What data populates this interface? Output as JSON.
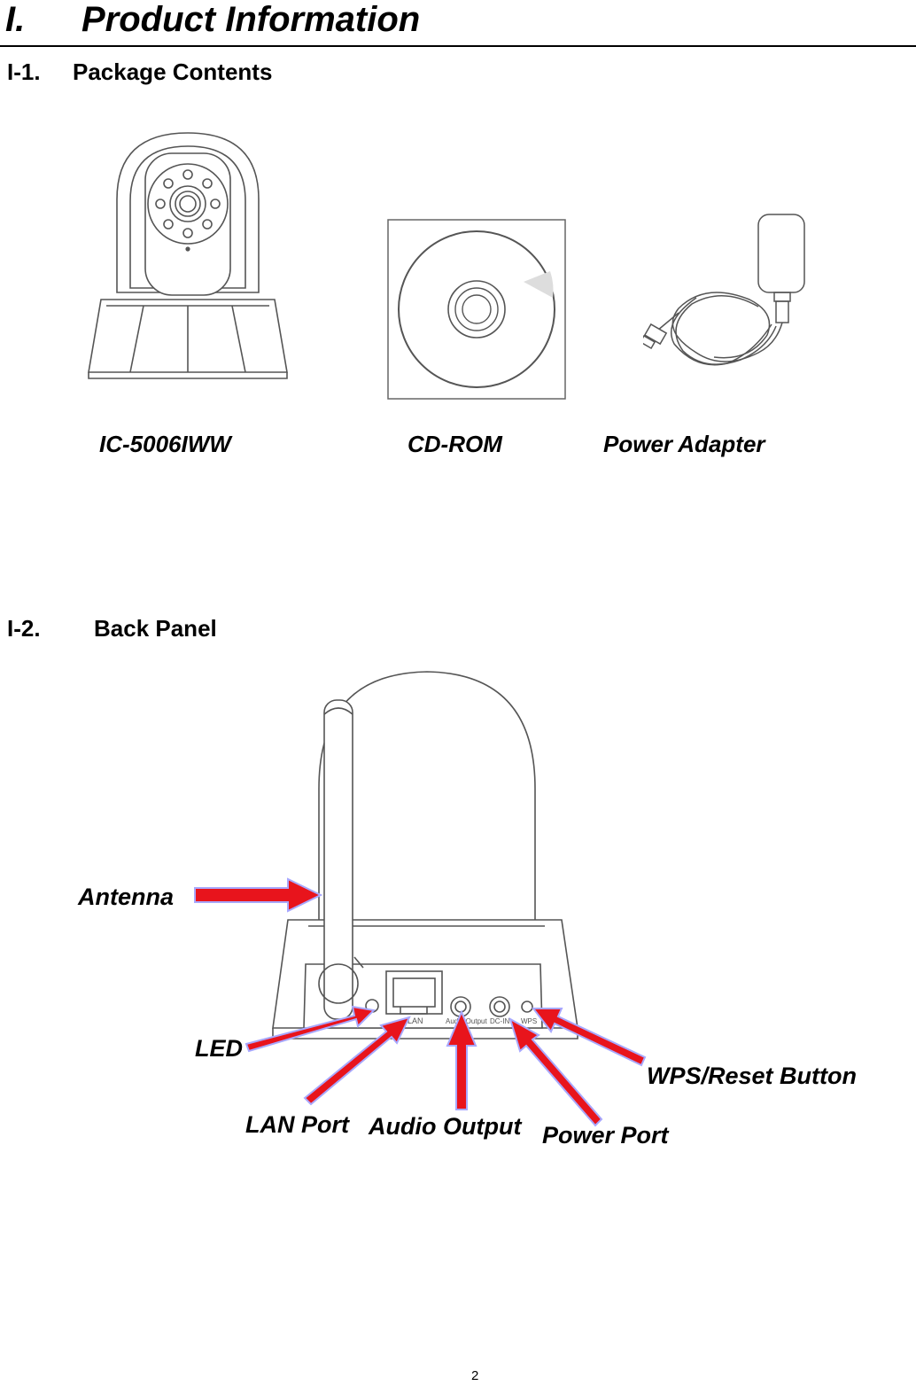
{
  "section": {
    "number": "I.",
    "title": "Product Information"
  },
  "package": {
    "number": "I-1.",
    "title": "Package Contents",
    "items": [
      "IC-5006IWW",
      "CD-ROM",
      "Power Adapter"
    ]
  },
  "back_panel": {
    "number": "I-2.",
    "title": "Back Panel",
    "port_labels": {
      "lan": "LAN",
      "audio": "Audio Output",
      "dc": "DC-IN",
      "wps": "WPS"
    },
    "callouts": {
      "antenna": "Antenna",
      "led": "LED",
      "lan_port": "LAN Port",
      "audio_output": "Audio Output",
      "power_port": "Power Port",
      "wps_reset": "WPS/Reset Button"
    }
  },
  "colors": {
    "arrow": "#e8141c",
    "arrow_outline": "#a8a8ff",
    "line": "#555555"
  },
  "page_number": "2"
}
